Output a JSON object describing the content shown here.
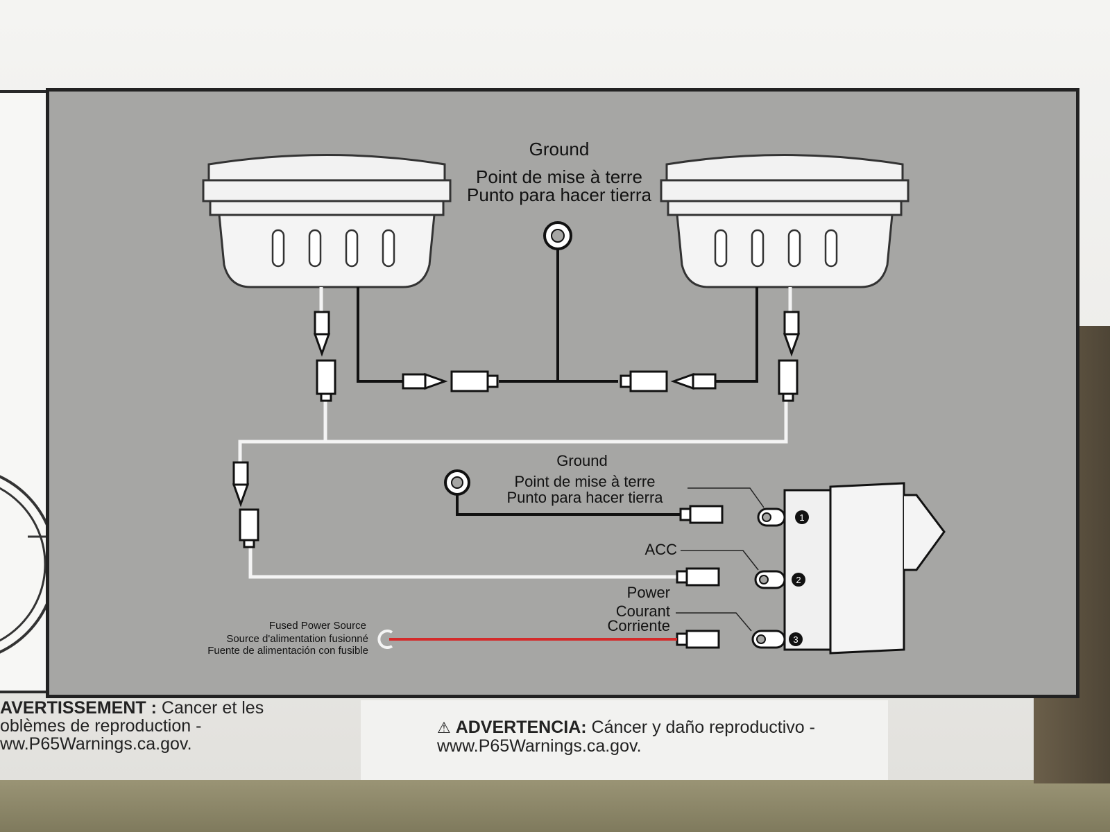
{
  "diagram": {
    "top_ground": {
      "line1": "Ground",
      "line2": "Point de mise à terre",
      "line3": "Punto para hacer tierra"
    },
    "switch_ground": {
      "line1": "Ground",
      "line2": "Point de mise à terre",
      "line3": "Punto para hacer tierra"
    },
    "acc_label": "ACC",
    "power": {
      "line1": "Power",
      "line2": "Courant",
      "line3": "Corriente"
    },
    "fused_source": {
      "line1": "Fused Power Source",
      "line2": "Source d'alimentation fusionné",
      "line3": "Fuente de alimentación con fusible"
    },
    "terminals": [
      "1",
      "2",
      "3"
    ]
  },
  "warnings": {
    "left": {
      "heading": "AVERTISSEMENT :",
      "text1": " Cancer et les",
      "text2": "oblèmes de reproduction -",
      "text3": "ww.P65Warnings.ca.gov."
    },
    "right": {
      "icon": "warning-triangle-icon",
      "heading": "ADVERTENCIA:",
      "text1": " Cáncer y daño reproductivo -",
      "text2": "www.P65Warnings.ca.gov."
    }
  },
  "colors": {
    "panel": "#a6a6a4",
    "wire_white": "#f4f4f4",
    "wire_black": "#111111",
    "wire_red": "#d42a2a"
  }
}
